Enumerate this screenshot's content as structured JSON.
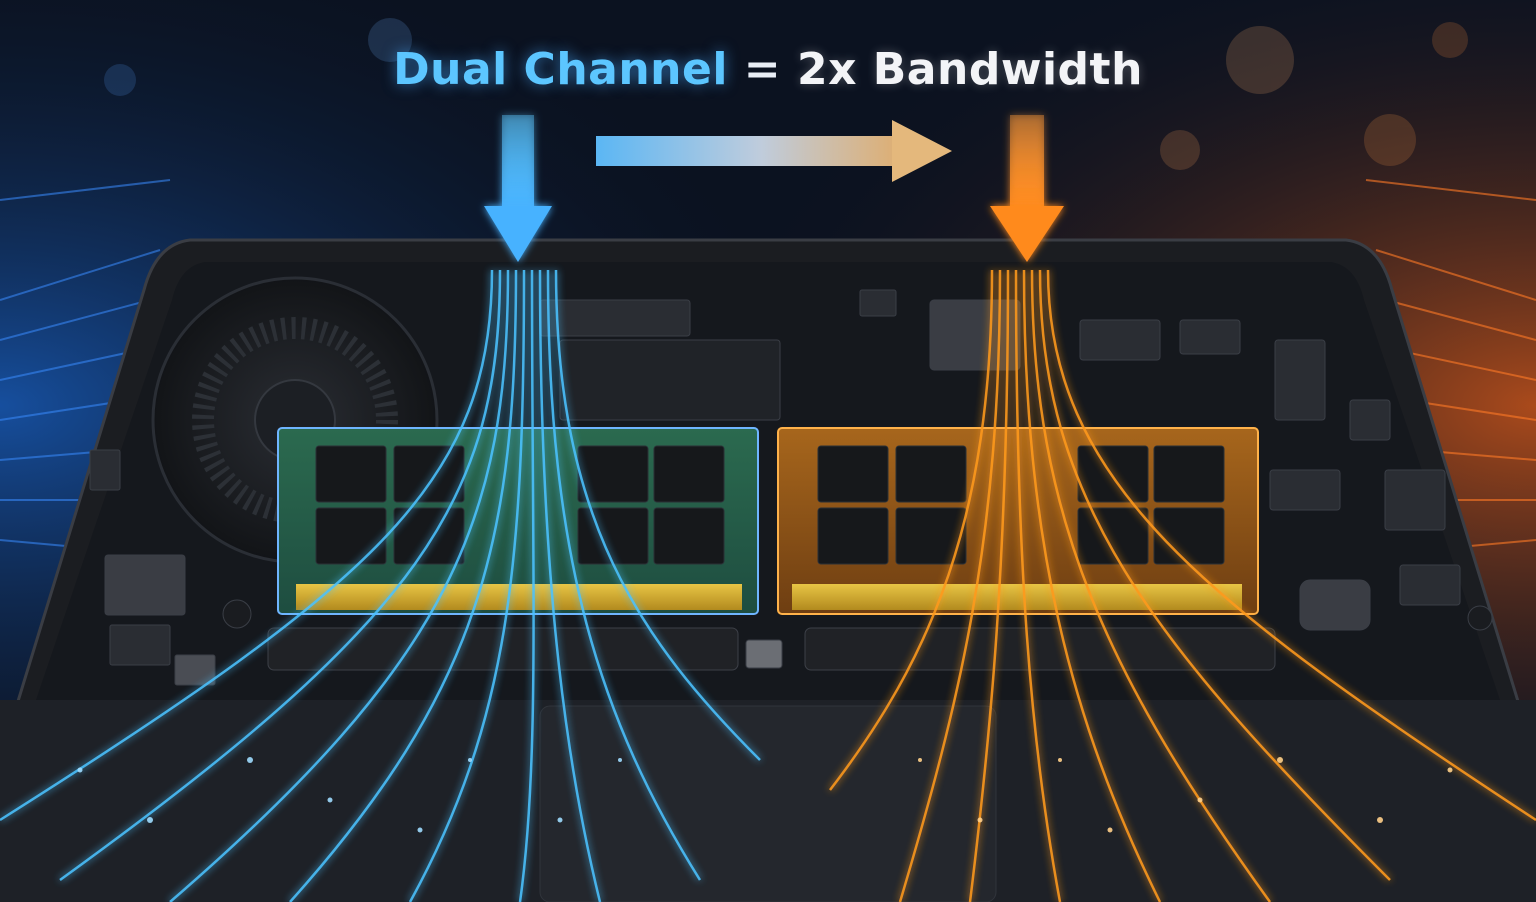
{
  "headline": {
    "part_a": "Dual Channel",
    "equals": "=",
    "part_b": "2x Bandwidth"
  },
  "colors": {
    "channel_a": "#3fb0ff",
    "channel_b": "#ff9a1f",
    "board": "#15181d",
    "background": "#0b1220"
  },
  "icons": {
    "left_arrow": "arrow-down-blue",
    "middle_arrow": "arrow-right-gradient",
    "right_arrow": "arrow-down-orange"
  }
}
